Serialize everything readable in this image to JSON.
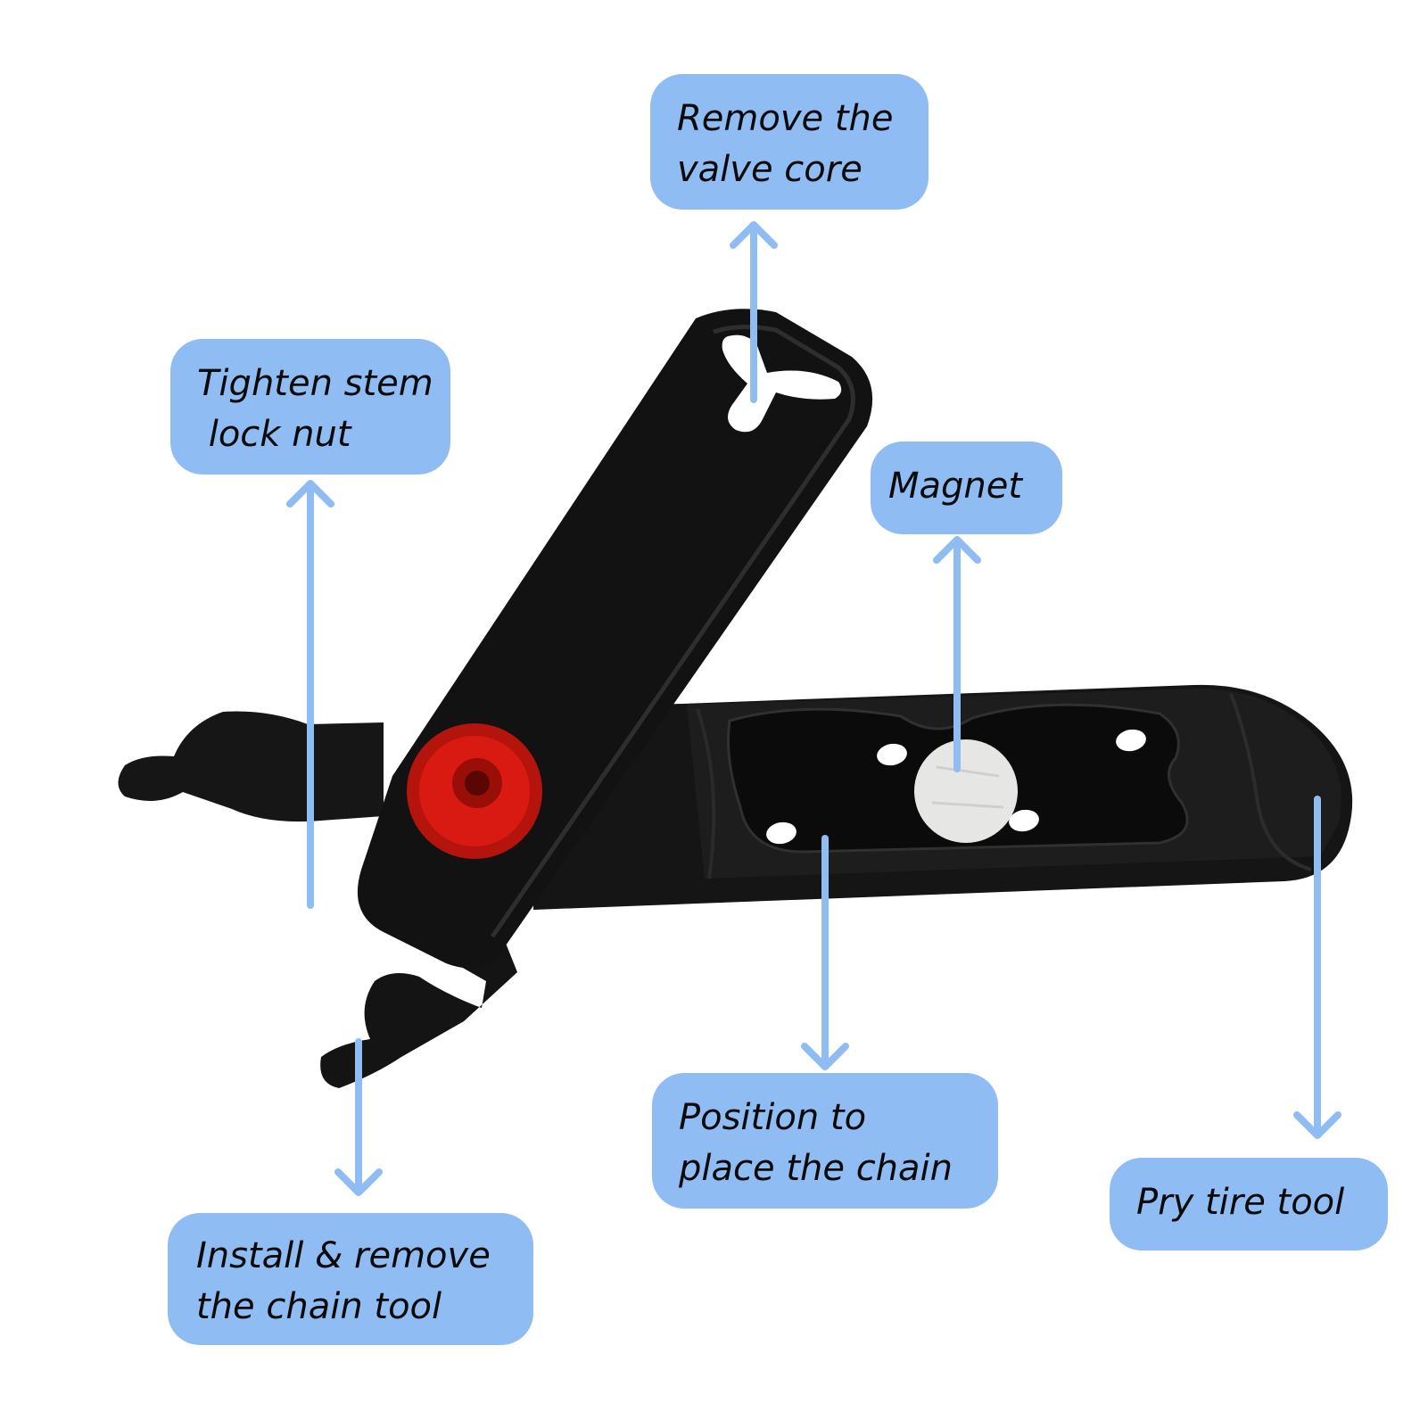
{
  "colors": {
    "callout_fill": "#8fbdf3",
    "arrow": "#8fbdf3",
    "tool_body": "#111111",
    "screw": "#d91a12",
    "magnet": "#e6e6e4"
  },
  "labels": {
    "valve_core": [
      "Remove the",
      "valve core"
    ],
    "stem_nut": [
      "Tighten stem",
      " lock nut"
    ],
    "magnet": [
      "Magnet"
    ],
    "chain_position": [
      "Position to",
      "place the chain"
    ],
    "pry_tire": [
      "Pry tire tool"
    ],
    "chain_tool": [
      "Install & remove",
      "the chain tool"
    ]
  },
  "icons": {
    "arrow": "arrow-icon",
    "tool": "multi-tool-illustration"
  }
}
